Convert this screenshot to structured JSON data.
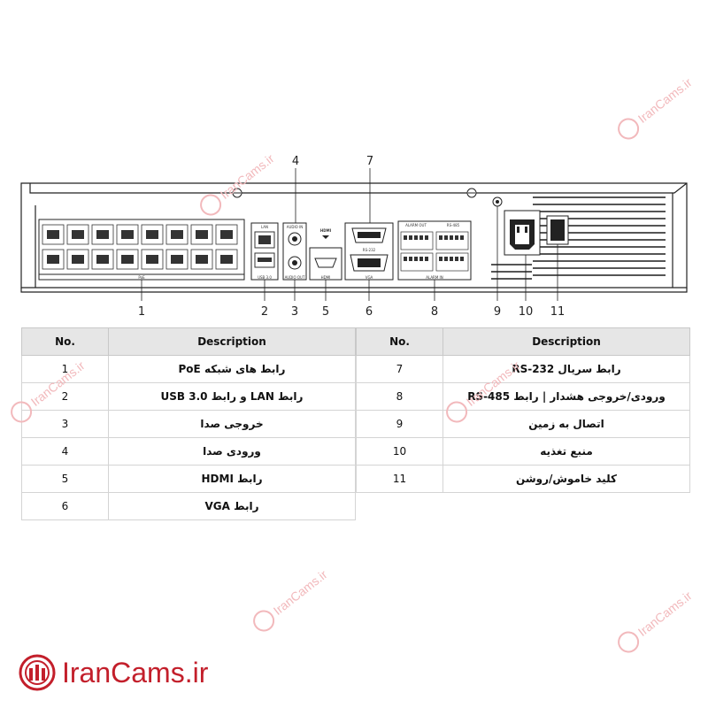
{
  "callouts": [
    "1",
    "2",
    "3",
    "4",
    "5",
    "6",
    "7",
    "8",
    "9",
    "10",
    "11"
  ],
  "panel_labels": {
    "poe": "PoE",
    "lan": "LAN",
    "usb": "USB 3.0",
    "audio_out": "AUDIO OUT",
    "audio_in": "AUDIO IN",
    "hdmi_logo": "HDMI",
    "hdmi": "HDMI",
    "rs232": "RS-232",
    "vga": "VGA",
    "alarm_out": "ALARM OUT",
    "rs485": "RS-485",
    "alarm_in": "ALARM IN"
  },
  "table": {
    "headers": {
      "no": "No.",
      "description": "Description"
    },
    "left_rows": [
      {
        "no": "1",
        "description": "رابط های شبکه PoE"
      },
      {
        "no": "2",
        "description": "رابط LAN و رابط USB 3.0"
      },
      {
        "no": "3",
        "description": "خروجی صدا"
      },
      {
        "no": "4",
        "description": "ورودی صدا"
      },
      {
        "no": "5",
        "description": "رابط HDMI"
      },
      {
        "no": "6",
        "description": "رابط VGA"
      }
    ],
    "right_rows": [
      {
        "no": "7",
        "description": "رابط سریال RS-232"
      },
      {
        "no": "8",
        "description": "ورودی/خروجی هشدار | رابط RS-485"
      },
      {
        "no": "9",
        "description": "اتصال به زمین"
      },
      {
        "no": "10",
        "description": "منبع تغذیه"
      },
      {
        "no": "11",
        "description": "کلید خاموش/روشن"
      }
    ]
  },
  "brand": {
    "name": "IranCams.ir"
  },
  "watermark": {
    "text": "IranCams.ir"
  },
  "colors": {
    "brand": "#c31f2b",
    "watermark": "#f2b9bc",
    "header_bg": "#e6e6e6"
  }
}
